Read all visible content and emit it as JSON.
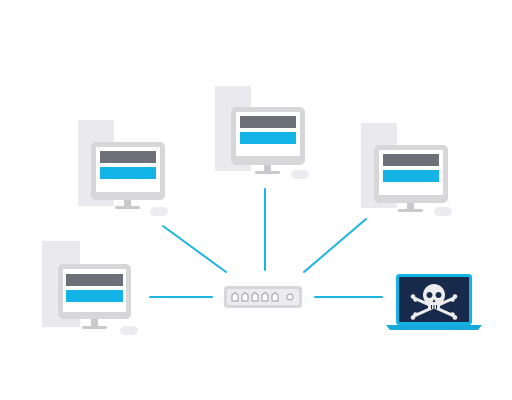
{
  "diagram": {
    "nodes": [
      {
        "id": "pc-left",
        "icon": "desktop-computer-icon"
      },
      {
        "id": "pc-upper-left",
        "icon": "desktop-computer-icon"
      },
      {
        "id": "pc-top",
        "icon": "desktop-computer-icon"
      },
      {
        "id": "pc-upper-right",
        "icon": "desktop-computer-icon"
      },
      {
        "id": "router",
        "icon": "network-switch-icon"
      },
      {
        "id": "attacker-laptop",
        "icon": "skull-crossbones-laptop-icon"
      }
    ],
    "connections": [
      {
        "from": "pc-left",
        "to": "router"
      },
      {
        "from": "pc-upper-left",
        "to": "router"
      },
      {
        "from": "pc-top",
        "to": "router"
      },
      {
        "from": "pc-upper-right",
        "to": "router"
      },
      {
        "from": "router",
        "to": "attacker-laptop"
      }
    ],
    "colors": {
      "link": "#1cb4e0",
      "accent": "#14b3e6",
      "monitor_frame": "#d7d7da",
      "monitor_bar": "#6d7079",
      "tower": "#e9e9ee",
      "laptop_screen": "#172a4b",
      "laptop_base": "#17a9dc",
      "skull": "#ececec"
    }
  }
}
